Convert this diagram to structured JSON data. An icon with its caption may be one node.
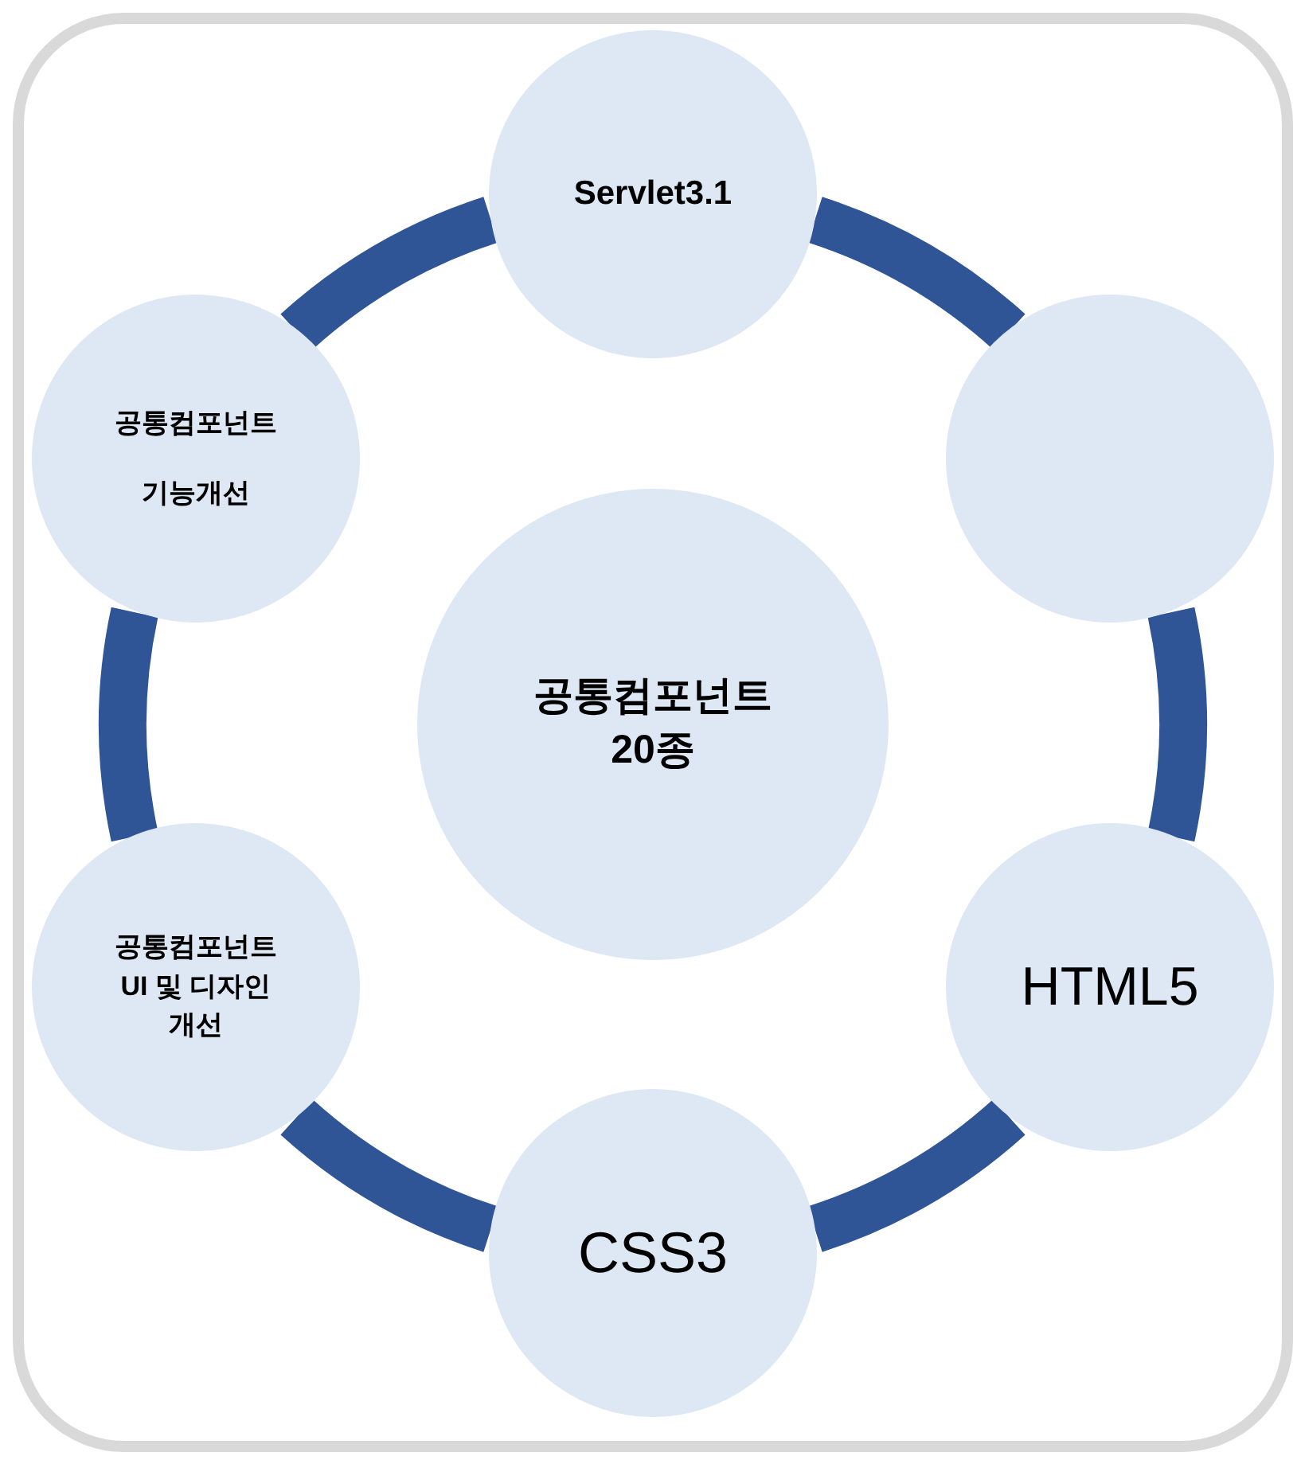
{
  "diagram": {
    "nodes": [
      {
        "text": [
          "Servlet3.1"
        ]
      },
      {
        "text": [
          "공통컴포넌트 기능개선"
        ]
      },
      {
        "text": [],
        "shape": "circle"
      },
      {
        "text": [
          "공통컴포넌트 20종"
        ]
      },
      {
        "text": [
          "공통컴포넌트 UI 및 디자인 개선"
        ]
      },
      {
        "text": [
          "HTML5"
        ]
      },
      {
        "text": [
          "CSS3"
        ]
      }
    ],
    "edges": [
      {
        "from": 0,
        "to": 2,
        "arrow": "none"
      },
      {
        "from": 2,
        "to": 5,
        "arrow": "none"
      },
      {
        "from": 5,
        "to": 6,
        "arrow": "none"
      },
      {
        "from": 6,
        "to": 4,
        "arrow": "none"
      },
      {
        "from": 4,
        "to": 1,
        "arrow": "none"
      },
      {
        "from": 1,
        "to": 0,
        "arrow": "none"
      }
    ]
  }
}
